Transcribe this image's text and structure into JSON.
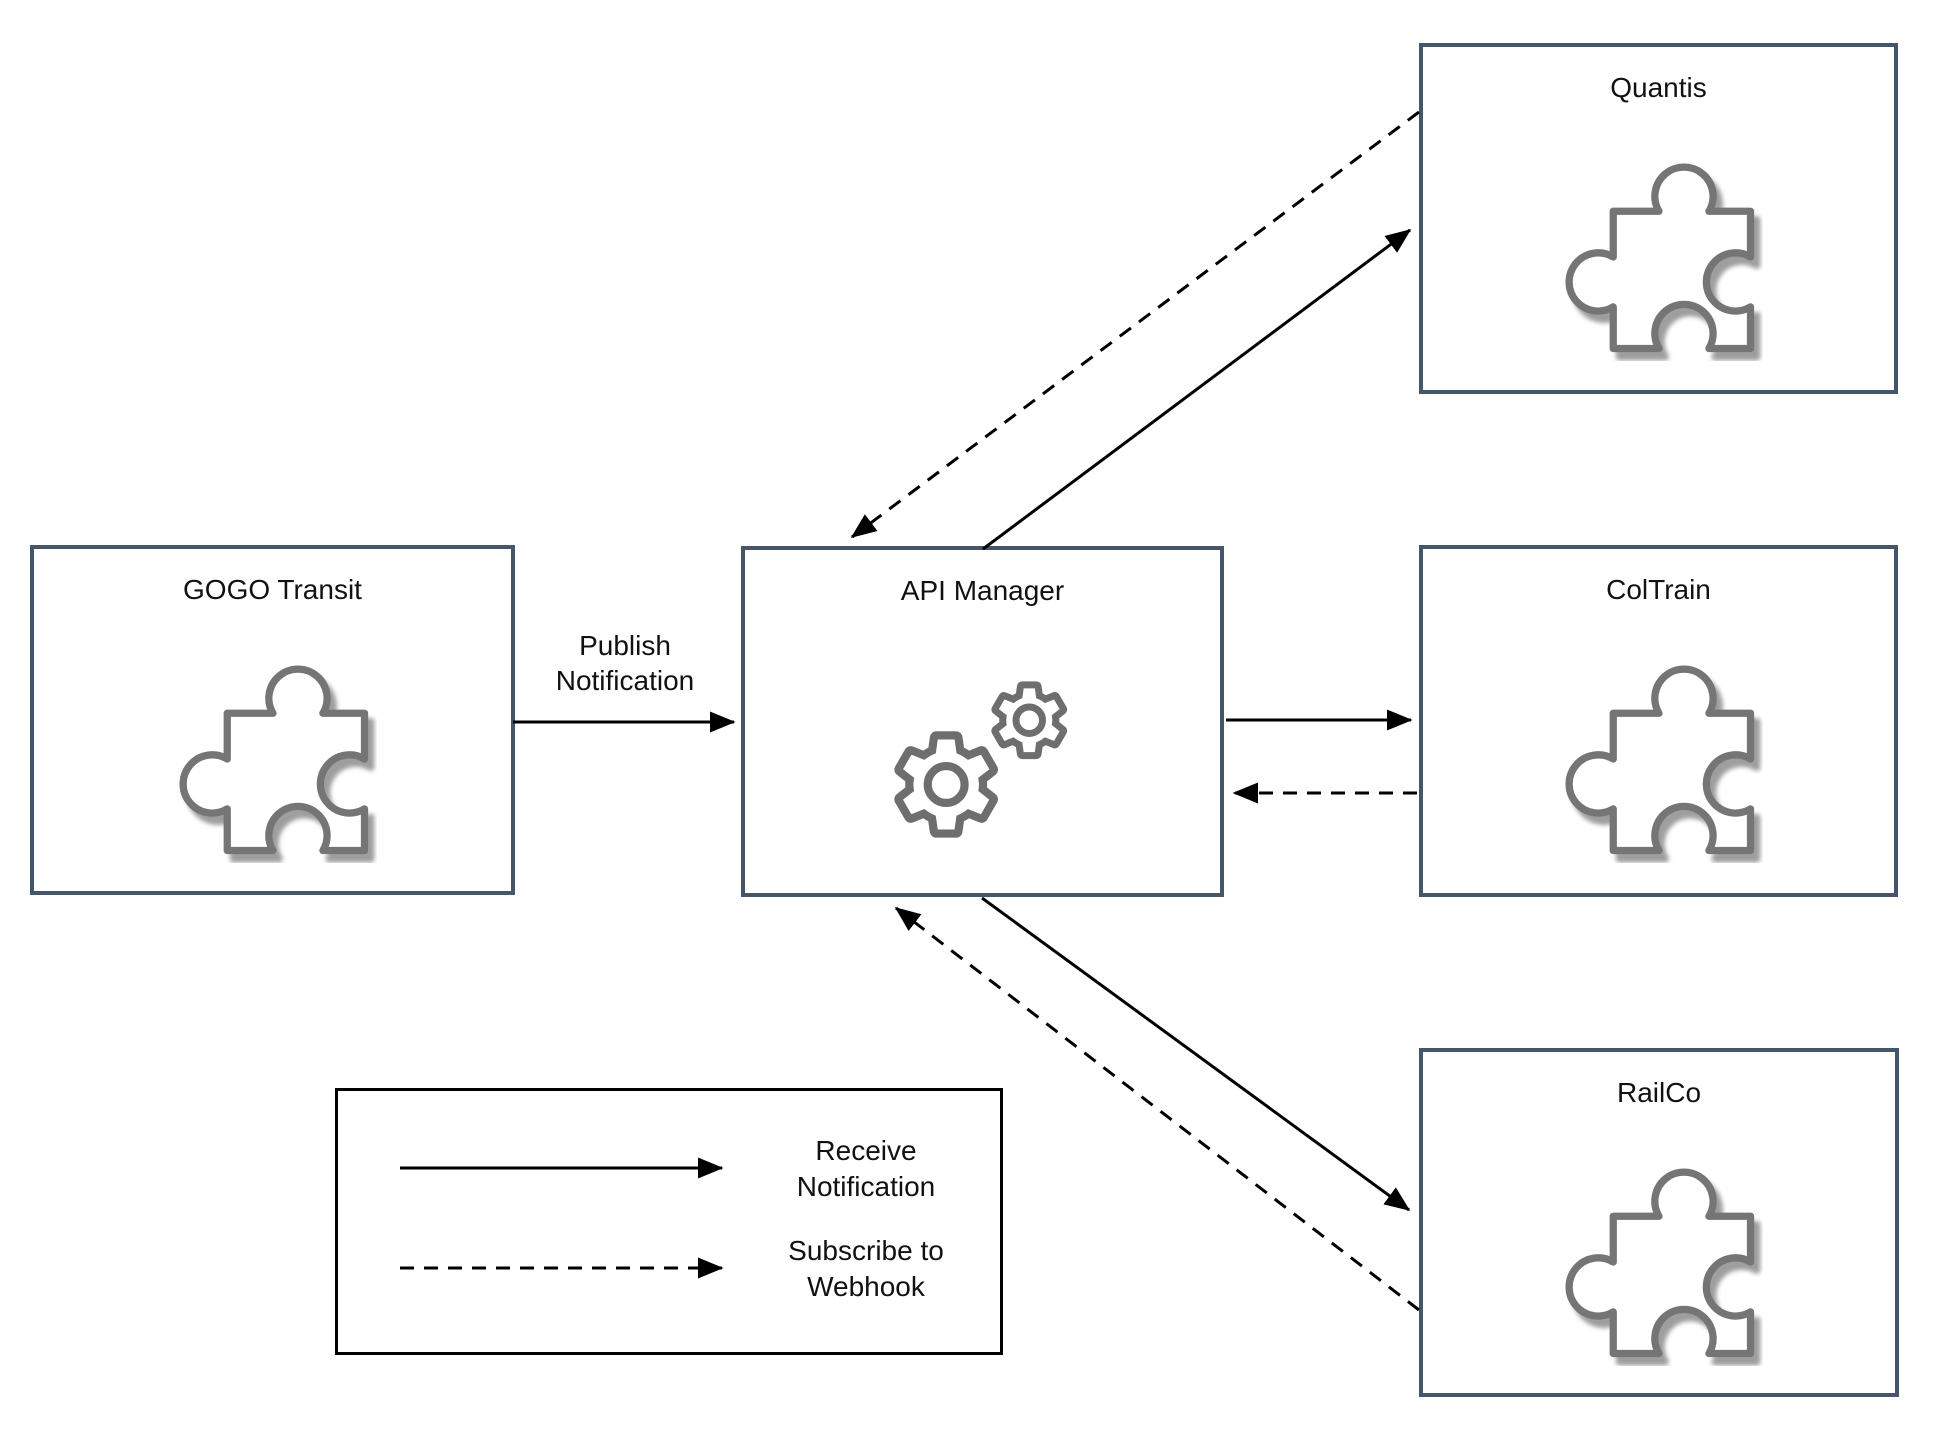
{
  "nodes": {
    "gogo": {
      "title": "GOGO Transit",
      "icon": "puzzle-icon"
    },
    "api": {
      "title": "API Manager",
      "icon": "gears-icon"
    },
    "quantis": {
      "title": "Quantis",
      "icon": "puzzle-icon"
    },
    "coltrain": {
      "title": "ColTrain",
      "icon": "puzzle-icon"
    },
    "railco": {
      "title": "RailCo",
      "icon": "puzzle-icon"
    }
  },
  "edge_labels": {
    "publish": {
      "line1": "Publish",
      "line2": "Notification"
    }
  },
  "legend": {
    "receive": {
      "style": "solid-arrow",
      "line1": "Receive",
      "line2": "Notification"
    },
    "subscribe": {
      "style": "dashed-arrow",
      "line1": "Subscribe to",
      "line2": "Webhook"
    }
  },
  "connections": [
    {
      "from": "GOGO Transit",
      "to": "API Manager",
      "style": "solid",
      "label": "Publish Notification"
    },
    {
      "from": "API Manager",
      "to": "Quantis",
      "style": "solid"
    },
    {
      "from": "Quantis",
      "to": "API Manager",
      "style": "dashed"
    },
    {
      "from": "API Manager",
      "to": "ColTrain",
      "style": "solid"
    },
    {
      "from": "ColTrain",
      "to": "API Manager",
      "style": "dashed"
    },
    {
      "from": "API Manager",
      "to": "RailCo",
      "style": "solid"
    },
    {
      "from": "RailCo",
      "to": "API Manager",
      "style": "dashed"
    }
  ],
  "colors": {
    "background": "#ffffff",
    "node_border": "#46566a",
    "legend_border": "#000000",
    "arrow": "#000000",
    "icon_stroke": "#757575",
    "text": "#111111"
  }
}
